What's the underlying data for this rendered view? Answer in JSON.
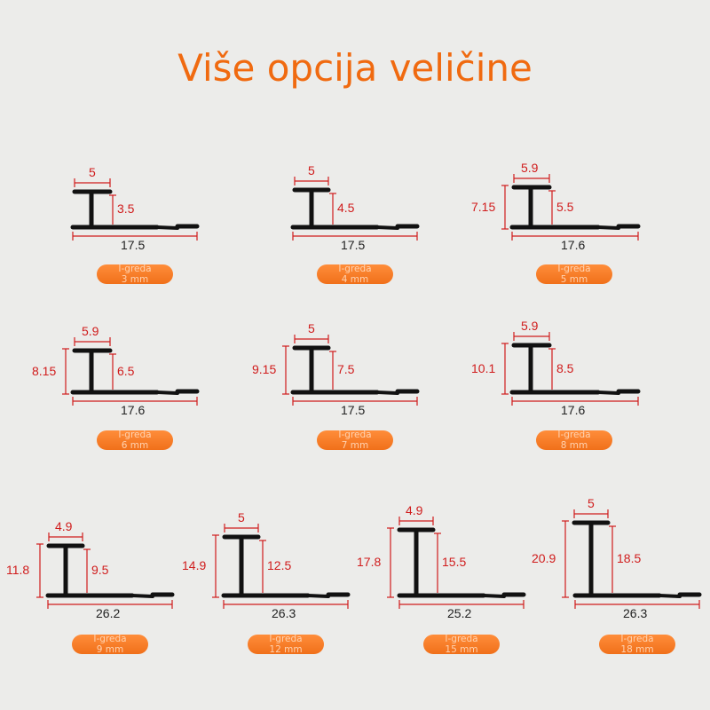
{
  "header": {
    "title": "Više opcija veličine"
  },
  "colors": {
    "accent": "#f06a10",
    "dimension": "#d01c1c",
    "beam": "#111111"
  },
  "items": [
    {
      "top_width": "5",
      "height": "",
      "web": "3.5",
      "base": "17.5",
      "label1": "I-greda",
      "label2": "3 mm"
    },
    {
      "top_width": "5",
      "height": "",
      "web": "4.5",
      "base": "17.5",
      "label1": "I-greda",
      "label2": "4 mm"
    },
    {
      "top_width": "5.9",
      "height": "7.15",
      "web": "5.5",
      "base": "17.6",
      "label1": "I-greda",
      "label2": "5 mm"
    },
    {
      "top_width": "5.9",
      "height": "8.15",
      "web": "6.5",
      "base": "17.6",
      "label1": "I-greda",
      "label2": "6 mm"
    },
    {
      "top_width": "5",
      "height": "9.15",
      "web": "7.5",
      "base": "17.5",
      "label1": "I-greda",
      "label2": "7 mm"
    },
    {
      "top_width": "5.9",
      "height": "10.1",
      "web": "8.5",
      "base": "17.6",
      "label1": "I-greda",
      "label2": "8 mm"
    },
    {
      "top_width": "4.9",
      "height": "11.8",
      "web": "9.5",
      "base": "26.2",
      "label1": "I-greda",
      "label2": "9 mm"
    },
    {
      "top_width": "5",
      "height": "14.9",
      "web": "12.5",
      "base": "26.3",
      "label1": "I-greda",
      "label2": "12 mm"
    },
    {
      "top_width": "4.9",
      "height": "17.8",
      "web": "15.5",
      "base": "25.2",
      "label1": "I-greda",
      "label2": "15 mm"
    },
    {
      "top_width": "5",
      "height": "20.9",
      "web": "18.5",
      "base": "26.3",
      "label1": "I-greda",
      "label2": "18 mm"
    }
  ]
}
